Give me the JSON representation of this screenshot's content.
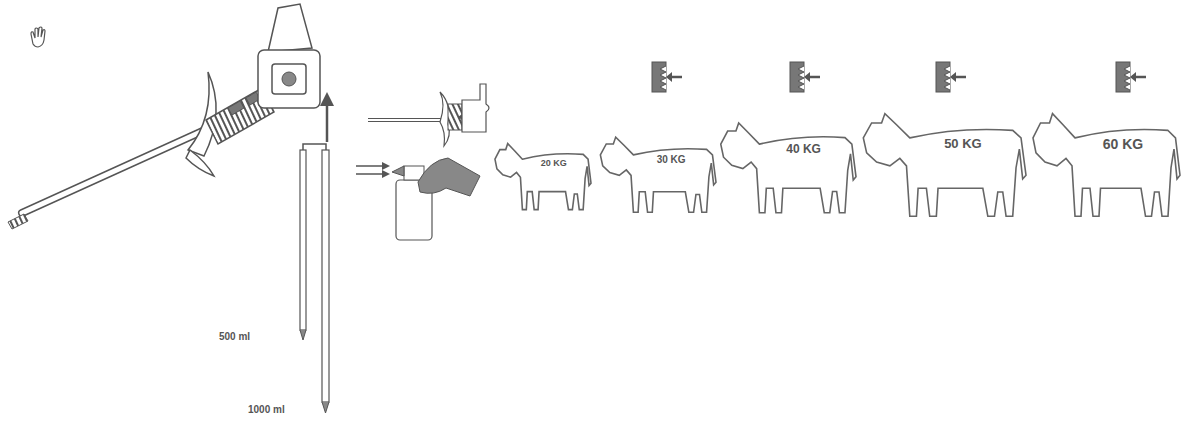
{
  "diagram": {
    "nodes": [
      {
        "text": [
          "20 KG"
        ]
      },
      {
        "text": [
          "30 KG"
        ]
      },
      {
        "text": [
          "40 KG"
        ]
      },
      {
        "text": [
          "50 KG"
        ]
      },
      {
        "text": [
          "60 KG"
        ]
      }
    ],
    "labels": [
      "500 ml",
      "1000 ml"
    ]
  }
}
